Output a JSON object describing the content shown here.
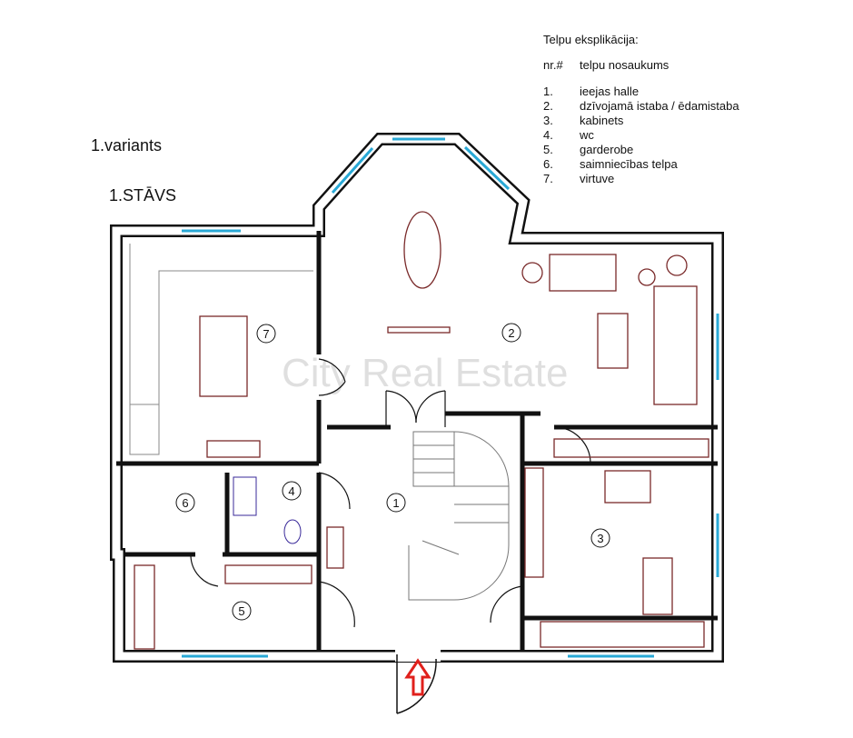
{
  "plan": {
    "variant": "1.variants",
    "floor": "1.STĀVS",
    "watermark": "City Real Estate"
  },
  "legend": {
    "title": "Telpu eksplikācija:",
    "header_nr": "nr.#",
    "header_name": "telpu nosaukums",
    "rooms": [
      {
        "nr": "1.",
        "name": "ieejas halle"
      },
      {
        "nr": "2.",
        "name": "dzīvojamā istaba / ēdamistaba"
      },
      {
        "nr": "3.",
        "name": "kabinets"
      },
      {
        "nr": "4.",
        "name": "wc"
      },
      {
        "nr": "5.",
        "name": "garderobe"
      },
      {
        "nr": "6.",
        "name": "saimniecības telpa"
      },
      {
        "nr": "7.",
        "name": "virtuve"
      }
    ]
  },
  "room_labels": [
    "1",
    "2",
    "3",
    "4",
    "5",
    "6",
    "7"
  ],
  "colors": {
    "wall": "#111111",
    "window": "#29a9d6",
    "furniture": "#7a2a2a",
    "entrance_arrow": "#e0201c"
  }
}
